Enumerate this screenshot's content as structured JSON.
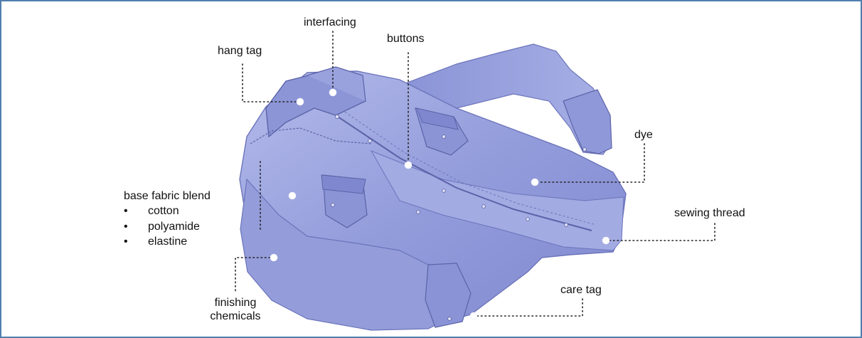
{
  "labels": {
    "interfacing": "interfacing",
    "buttons": "buttons",
    "hang_tag": "hang tag",
    "dye": "dye",
    "sewing_thread": "sewing thread",
    "finishing_chemicals_line1": "finishing",
    "finishing_chemicals_line2": "chemicals",
    "care_tag": "care tag",
    "base_fabric_blend": "base fabric blend"
  },
  "fabric_components": [
    {
      "bullet": "•",
      "name": "cotton"
    },
    {
      "bullet": "•",
      "name": "polyamide"
    },
    {
      "bullet": "•",
      "name": "elastine"
    }
  ],
  "colors": {
    "frame_border": "#4f7fae",
    "denim_light": "#aab3e6",
    "denim_mid": "#8f98d8",
    "denim_dark": "#6f77bf",
    "seam": "#5c63a8",
    "leader_line": "#222222",
    "marker": "#ffffff"
  },
  "image_subject": "denim-shirt"
}
